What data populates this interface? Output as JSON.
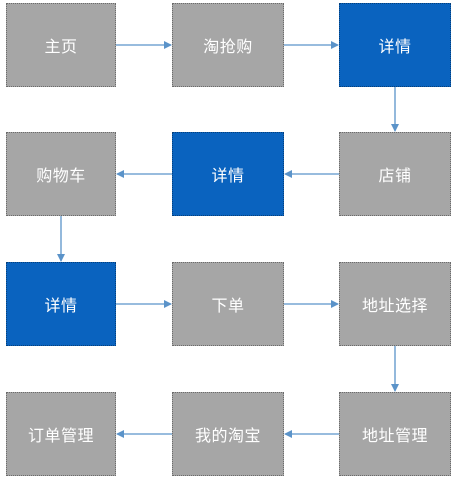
{
  "colors": {
    "page_node": "#a6a6a6",
    "detail_node": "#0a63bf",
    "connector": "#5b93c9",
    "node_text": "#ffffff"
  },
  "nodes": [
    {
      "id": "home",
      "label": "主页",
      "kind": "page"
    },
    {
      "id": "flash-sale",
      "label": "淘抢购",
      "kind": "page"
    },
    {
      "id": "detail-1",
      "label": "详情",
      "kind": "detail"
    },
    {
      "id": "shop",
      "label": "店铺",
      "kind": "page"
    },
    {
      "id": "detail-2",
      "label": "详情",
      "kind": "detail"
    },
    {
      "id": "cart",
      "label": "购物车",
      "kind": "page"
    },
    {
      "id": "detail-3",
      "label": "详情",
      "kind": "detail"
    },
    {
      "id": "place-order",
      "label": "下单",
      "kind": "page"
    },
    {
      "id": "address-select",
      "label": "地址选择",
      "kind": "page"
    },
    {
      "id": "address-manage",
      "label": "地址管理",
      "kind": "page"
    },
    {
      "id": "my-taobao",
      "label": "我的淘宝",
      "kind": "page"
    },
    {
      "id": "order-manage",
      "label": "订单管理",
      "kind": "page"
    }
  ],
  "edges": [
    {
      "from": "home",
      "to": "flash-sale"
    },
    {
      "from": "flash-sale",
      "to": "detail-1"
    },
    {
      "from": "detail-1",
      "to": "shop"
    },
    {
      "from": "shop",
      "to": "detail-2"
    },
    {
      "from": "detail-2",
      "to": "cart"
    },
    {
      "from": "cart",
      "to": "detail-3"
    },
    {
      "from": "detail-3",
      "to": "place-order"
    },
    {
      "from": "place-order",
      "to": "address-select"
    },
    {
      "from": "address-select",
      "to": "address-manage"
    },
    {
      "from": "address-manage",
      "to": "my-taobao"
    },
    {
      "from": "my-taobao",
      "to": "order-manage"
    }
  ]
}
